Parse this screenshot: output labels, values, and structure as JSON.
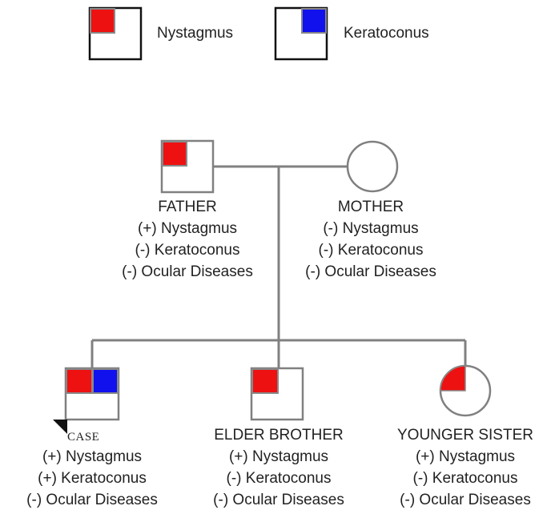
{
  "legend": [
    {
      "label": "Nystagmus",
      "color": "#ee1111"
    },
    {
      "label": "Keratoconus",
      "color": "#1111ee"
    }
  ],
  "parents": {
    "father": {
      "name": "FATHER",
      "lines": [
        "(+) Nystagmus",
        "(-) Keratoconus",
        "(-) Ocular Diseases"
      ]
    },
    "mother": {
      "name": "MOTHER",
      "lines": [
        "(-) Nystagmus",
        "(-) Keratoconus",
        "(-) Ocular Diseases"
      ]
    }
  },
  "children": {
    "case": {
      "tag": "CASE",
      "lines": [
        "(+) Nystagmus",
        "(+) Keratoconus",
        "(-) Ocular Diseases"
      ]
    },
    "elder_brother": {
      "name": "ELDER BROTHER",
      "lines": [
        "(+) Nystagmus",
        "(-) Keratoconus",
        "(-) Ocular Diseases"
      ]
    },
    "younger_sister": {
      "name": "YOUNGER SISTER",
      "lines": [
        "(+) Nystagmus",
        "(-) Keratoconus",
        "(-) Ocular Diseases"
      ]
    }
  },
  "colors": {
    "line": "#808080",
    "nystagmus": "#ee1111",
    "keratoconus": "#1111ee"
  }
}
